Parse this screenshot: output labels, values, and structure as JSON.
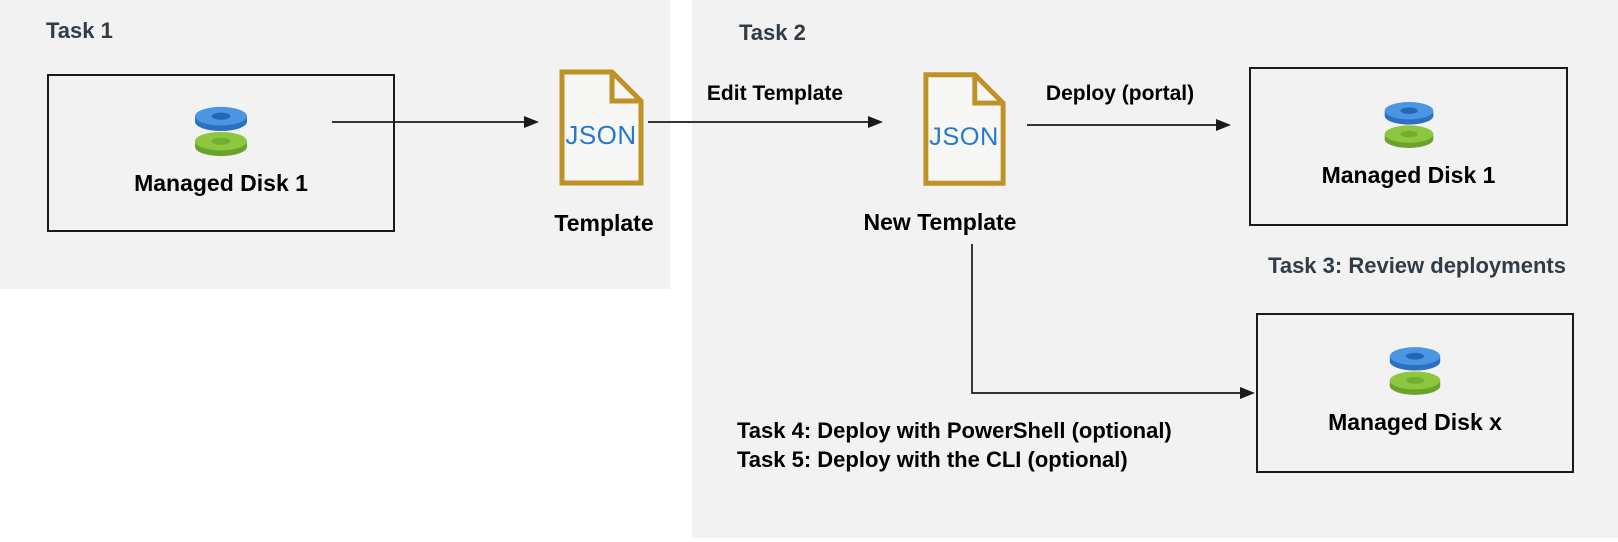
{
  "headings": {
    "task1": "Task 1",
    "task2": "Task 2",
    "task3": "Task 3: Review deployments"
  },
  "optional_tasks": {
    "task4": "Task 4: Deploy with PowerShell (optional)",
    "task5": "Task 5: Deploy with the CLI (optional)"
  },
  "arrow_labels": {
    "edit_template": "Edit Template",
    "deploy_portal": "Deploy (portal)"
  },
  "nodes": {
    "managed_disk_1_left": {
      "label": "Managed Disk 1"
    },
    "template": {
      "doc_text": "JSON",
      "label": "Template"
    },
    "new_template": {
      "doc_text": "JSON",
      "label": "New Template"
    },
    "managed_disk_1_right": {
      "label": "Managed Disk 1"
    },
    "managed_disk_x": {
      "label": "Managed Disk x"
    }
  },
  "colors": {
    "panel_bg": "#f2f2f2",
    "page_bg": "#ffffff",
    "heading": "#323c46",
    "label": "#000000",
    "box_border": "#1a1a1a",
    "arrow": "#1a1a1a",
    "json_doc_stroke": "#bf9227",
    "json_doc_fill": "#f7f7f6",
    "json_text": "#2779cc",
    "disk_blue_top": "#4a96e2",
    "disk_blue_side": "#2d6fc1",
    "disk_blue_hole": "#2566b4",
    "disk_green_top": "#8dc63f",
    "disk_green_side": "#69a32c",
    "disk_green_hole": "#74ad31"
  }
}
